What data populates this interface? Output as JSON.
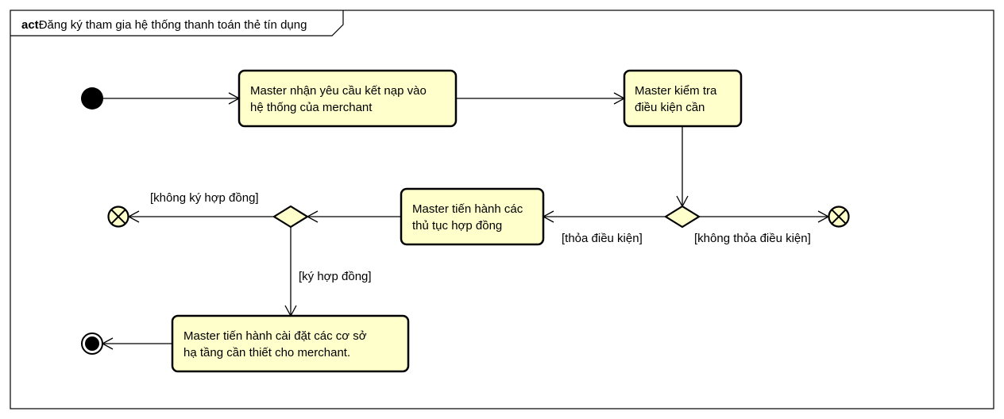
{
  "frame": {
    "keyword": "act",
    "title": "Đăng ký tham gia hệ thống thanh toán thẻ tín dụng"
  },
  "actions": {
    "receive_request": [
      "Master nhận yêu cầu kết nạp vào",
      "hệ thống của merchant"
    ],
    "check_conditions": [
      "Master kiểm tra",
      "điều kiện cần"
    ],
    "contract_procedures": [
      "Master tiến hành các",
      "thủ tục hợp đồng"
    ],
    "install_infrastructure": [
      "Master tiến hành cài đặt các cơ sở",
      "hạ tầng cần thiết cho merchant."
    ]
  },
  "guards": {
    "conditions_met": "[thỏa điều kiện]",
    "conditions_not_met": "[không thỏa điều kiện]",
    "sign_contract": "[ký hợp đồng]",
    "no_contract": "[không ký hợp đồng]"
  },
  "colors": {
    "action_fill": "#ffffcc",
    "stroke": "#000000"
  }
}
